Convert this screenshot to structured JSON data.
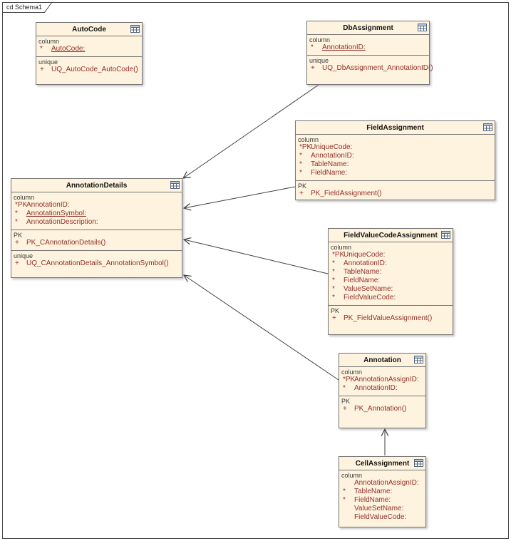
{
  "frame": {
    "label": "cd Schema1"
  },
  "colors": {
    "entity_fill": "#fdf3de",
    "entity_border": "#757575",
    "attribute_text": "#943029",
    "section_label_text": "#3a3a3a",
    "connector": "#3f3f3f"
  },
  "entities": [
    {
      "name": "AutoCode",
      "icon": "table-icon",
      "sections": [
        {
          "label": "column",
          "rows": [
            {
              "prefix": "*",
              "text": "AutoCode:",
              "underline": true
            }
          ]
        },
        {
          "label": "unique",
          "rows": [
            {
              "prefix": "+",
              "text": "UQ_AutoCode_AutoCode()"
            }
          ]
        }
      ]
    },
    {
      "name": "DbAssignment",
      "icon": "table-icon",
      "sections": [
        {
          "label": "column",
          "rows": [
            {
              "prefix": "*",
              "text": "AnnotationID:",
              "underline": true
            }
          ]
        },
        {
          "label": "unique",
          "rows": [
            {
              "prefix": "+",
              "text": "UQ_DbAssignment_AnnotationID()"
            }
          ]
        }
      ]
    },
    {
      "name": "FieldAssignment",
      "icon": "table-icon",
      "sections": [
        {
          "label": "column",
          "rows": [
            {
              "prefix": "*PK",
              "text": "UniqueCode:"
            },
            {
              "prefix": "*",
              "text": "AnnotationID:"
            },
            {
              "prefix": "*",
              "text": "TableName:"
            },
            {
              "prefix": "*",
              "text": "FieldName:"
            }
          ]
        },
        {
          "label": "PK",
          "rows": [
            {
              "prefix": "+",
              "text": "PK_FieldAssignment()"
            }
          ]
        }
      ]
    },
    {
      "name": "AnnotationDetails",
      "icon": "table-icon",
      "sections": [
        {
          "label": "column",
          "rows": [
            {
              "prefix": "*PK",
              "text": "AnnotationID:"
            },
            {
              "prefix": "*",
              "text": "AnnotationSymbol:",
              "underline": true
            },
            {
              "prefix": "*",
              "text": "AnnotationDescription:"
            }
          ]
        },
        {
          "label": "PK",
          "rows": [
            {
              "prefix": "+",
              "text": "PK_CAnnotationDetails()"
            }
          ]
        },
        {
          "label": "unique",
          "rows": [
            {
              "prefix": "+",
              "text": "UQ_CAnnotationDetails_AnnotationSymbol()"
            }
          ]
        }
      ]
    },
    {
      "name": "FieldValueCodeAssignment",
      "icon": "table-icon",
      "sections": [
        {
          "label": "column",
          "rows": [
            {
              "prefix": "*PK",
              "text": "UniqueCode:"
            },
            {
              "prefix": "*",
              "text": "AnnotationID:"
            },
            {
              "prefix": "*",
              "text": "TableName:"
            },
            {
              "prefix": "*",
              "text": "FieldName:"
            },
            {
              "prefix": "*",
              "text": "ValueSetName:"
            },
            {
              "prefix": "*",
              "text": "FieldValueCode:"
            }
          ]
        },
        {
          "label": "PK",
          "rows": [
            {
              "prefix": "+",
              "text": "PK_FieldValueAssignment()"
            }
          ]
        }
      ]
    },
    {
      "name": "Annotation",
      "icon": "table-icon",
      "sections": [
        {
          "label": "column",
          "rows": [
            {
              "prefix": "*PK",
              "text": "AnnotationAssignID:"
            },
            {
              "prefix": "*",
              "text": "AnnotationID:"
            }
          ]
        },
        {
          "label": "PK",
          "rows": [
            {
              "prefix": "+",
              "text": "PK_Annotation()"
            }
          ]
        }
      ]
    },
    {
      "name": "CellAssignment",
      "icon": "table-icon",
      "sections": [
        {
          "label": "column",
          "rows": [
            {
              "prefix": "",
              "text": "AnnotationAssignID:"
            },
            {
              "prefix": "*",
              "text": "TableName:"
            },
            {
              "prefix": "*",
              "text": "FieldName:"
            },
            {
              "prefix": "",
              "text": "ValueSetName:"
            },
            {
              "prefix": "",
              "text": "FieldValueCode:"
            }
          ]
        }
      ]
    }
  ],
  "connectors": [
    {
      "from": "DbAssignment",
      "to": "AnnotationDetails"
    },
    {
      "from": "FieldAssignment",
      "to": "AnnotationDetails"
    },
    {
      "from": "FieldValueCodeAssignment",
      "to": "AnnotationDetails"
    },
    {
      "from": "Annotation",
      "to": "AnnotationDetails"
    },
    {
      "from": "CellAssignment",
      "to": "Annotation"
    }
  ]
}
